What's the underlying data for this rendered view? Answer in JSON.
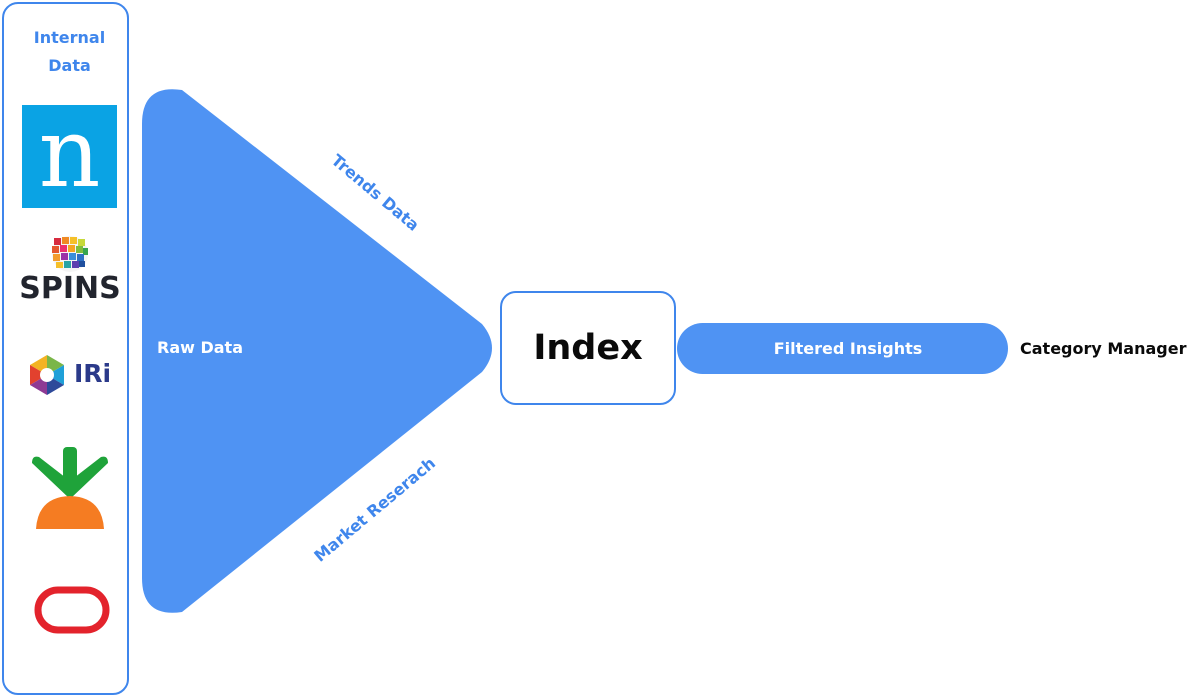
{
  "sources": {
    "title_line1": "Internal",
    "title_line2": "Data",
    "logos": [
      {
        "name": "nielsen",
        "text": "n",
        "color": "#0aa3e4"
      },
      {
        "name": "spins",
        "text": "SPINS"
      },
      {
        "name": "iri",
        "text": "IRi"
      },
      {
        "name": "instacart",
        "colors": [
          "#1fa33a",
          "#f57c22"
        ]
      },
      {
        "name": "oracle",
        "color": "#e3232c"
      }
    ]
  },
  "funnel": {
    "label": "Raw Data",
    "top_input": "Trends Data",
    "bottom_input": "Market Reserach",
    "color": "#4f93f3"
  },
  "index": {
    "label": "Index"
  },
  "output": {
    "label": "Filtered Insights",
    "color": "#4f93f3"
  },
  "consumer": {
    "label": "Category Manager"
  },
  "colors": {
    "accent": "#3f86ec",
    "fill": "#4f93f3",
    "text_dark": "#0a0a0a"
  }
}
